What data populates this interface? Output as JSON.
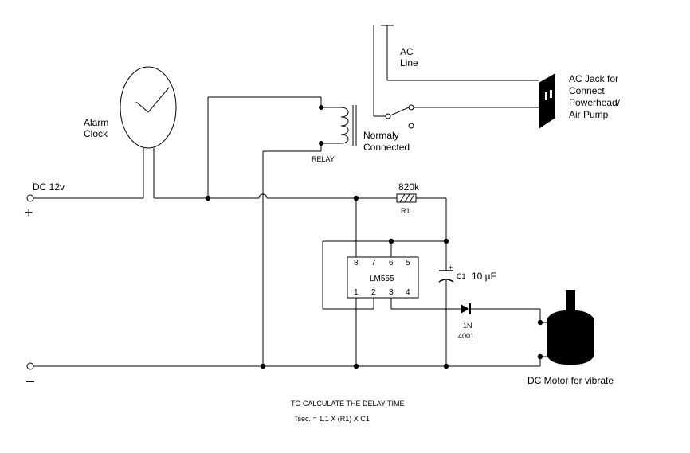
{
  "labels": {
    "alarm_clock_line1": "Alarm",
    "alarm_clock_line2": "Clock",
    "dc_supply": "DC 12v",
    "plus_sign": "+",
    "minus_sign": "–",
    "ac_line_1": "AC",
    "ac_line_2": "Line",
    "ac_jack_1": "AC Jack for",
    "ac_jack_2": "Connect",
    "ac_jack_3": "Powerhead/",
    "ac_jack_4": "Air Pump",
    "relay_state_1": "Normaly",
    "relay_state_2": "Connected",
    "relay": "RELAY",
    "resistor_value": "820k",
    "resistor_ref": "R1",
    "ic_name": "LM555",
    "ic_pins_top": [
      "8",
      "7",
      "6",
      "5"
    ],
    "ic_pins_bottom": [
      "1",
      "2",
      "3",
      "4"
    ],
    "capacitor_ref": "C1",
    "capacitor_value": "10 µF",
    "capacitor_polarity": "+",
    "diode_1": "1N",
    "diode_2": "4001",
    "motor": "DC Motor for vibrate",
    "formula_title": "TO CALCULATE THE DELAY TIME",
    "formula": "Tsec. = 1.1 X  (R1)  X C1"
  },
  "colors": {
    "wire": "#000000",
    "background": "#ffffff"
  }
}
